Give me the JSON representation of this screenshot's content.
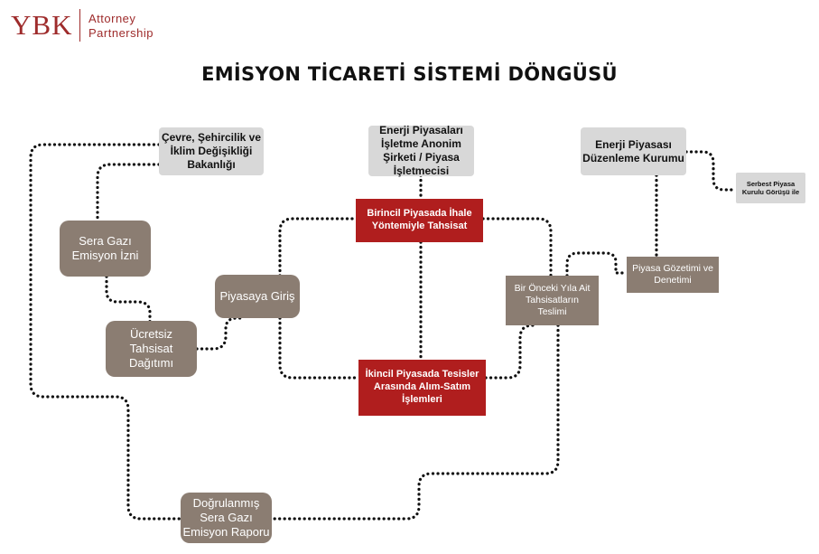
{
  "logo": {
    "mark": "YBK",
    "line1": "Attorney",
    "line2": "Partnership",
    "color": "#9e2b2b"
  },
  "title": "EMİSYON TİCARETİ SİSTEMİ DÖNGÜSÜ",
  "nodes": {
    "bakanlik": "Çevre, Şehircilik ve\nİklim Değişikliği\nBakanlığı",
    "epias": "Enerji Piyasaları\nİşletme Anonim\nŞirketi / Piyasa\nİşletmecisi",
    "epdk": "Enerji Piyasası\nDüzenleme Kurumu",
    "serbest": "Serbest Piyasa\nKurulu Görüşü ile",
    "sera_izni": "Sera Gazı\nEmisyon İzni",
    "birincil": "Birincil Piyasada İhale\nYöntemiyle Tahsisat",
    "piyasaya_giris": "Piyasaya Giriş",
    "gozetim": "Piyasa Gözetimi ve\nDenetimi",
    "onceki_yil": "Bir Önceki Yıla Ait\nTahsisatların\nTeslimi",
    "ucretsiz": "Ücretsiz\nTahsisat\nDağıtımı",
    "ikincil": "İkincil Piyasada Tesisler\nArasında Alım-Satım\nİşlemleri",
    "dogrulanmis": "Doğrulanmış\nSera Gazı\nEmisyon Raporu"
  },
  "colors": {
    "gray_box": "#d8d8d8",
    "brown_box": "#8b7d72",
    "red_box": "#b01e1e",
    "connector": "#111111"
  }
}
